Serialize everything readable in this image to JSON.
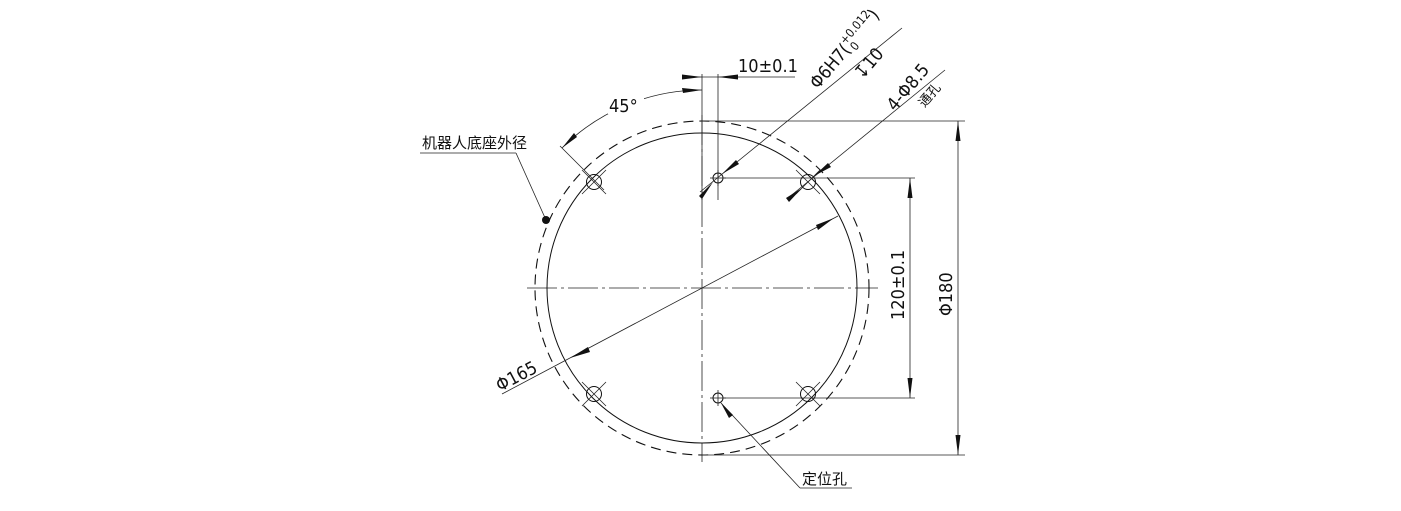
{
  "drawing": {
    "labels": {
      "base_outer_diameter": "机器人底座外径",
      "locating_hole": "定位孔",
      "through_hole": "通孔"
    },
    "dimensions": {
      "angle": "45°",
      "offset": "10±0.1",
      "pin_hole_main": "Φ6H7(",
      "pin_hole_upper_tol": "+0.012",
      "pin_hole_lower_tol": "0",
      "pin_hole_close": ")",
      "pin_hole_depth": "↧10",
      "bolt_holes": "4-Φ8.5",
      "hole_spacing": "120±0.1",
      "outer_diameter": "Φ180",
      "bolt_circle": "Φ165"
    }
  }
}
